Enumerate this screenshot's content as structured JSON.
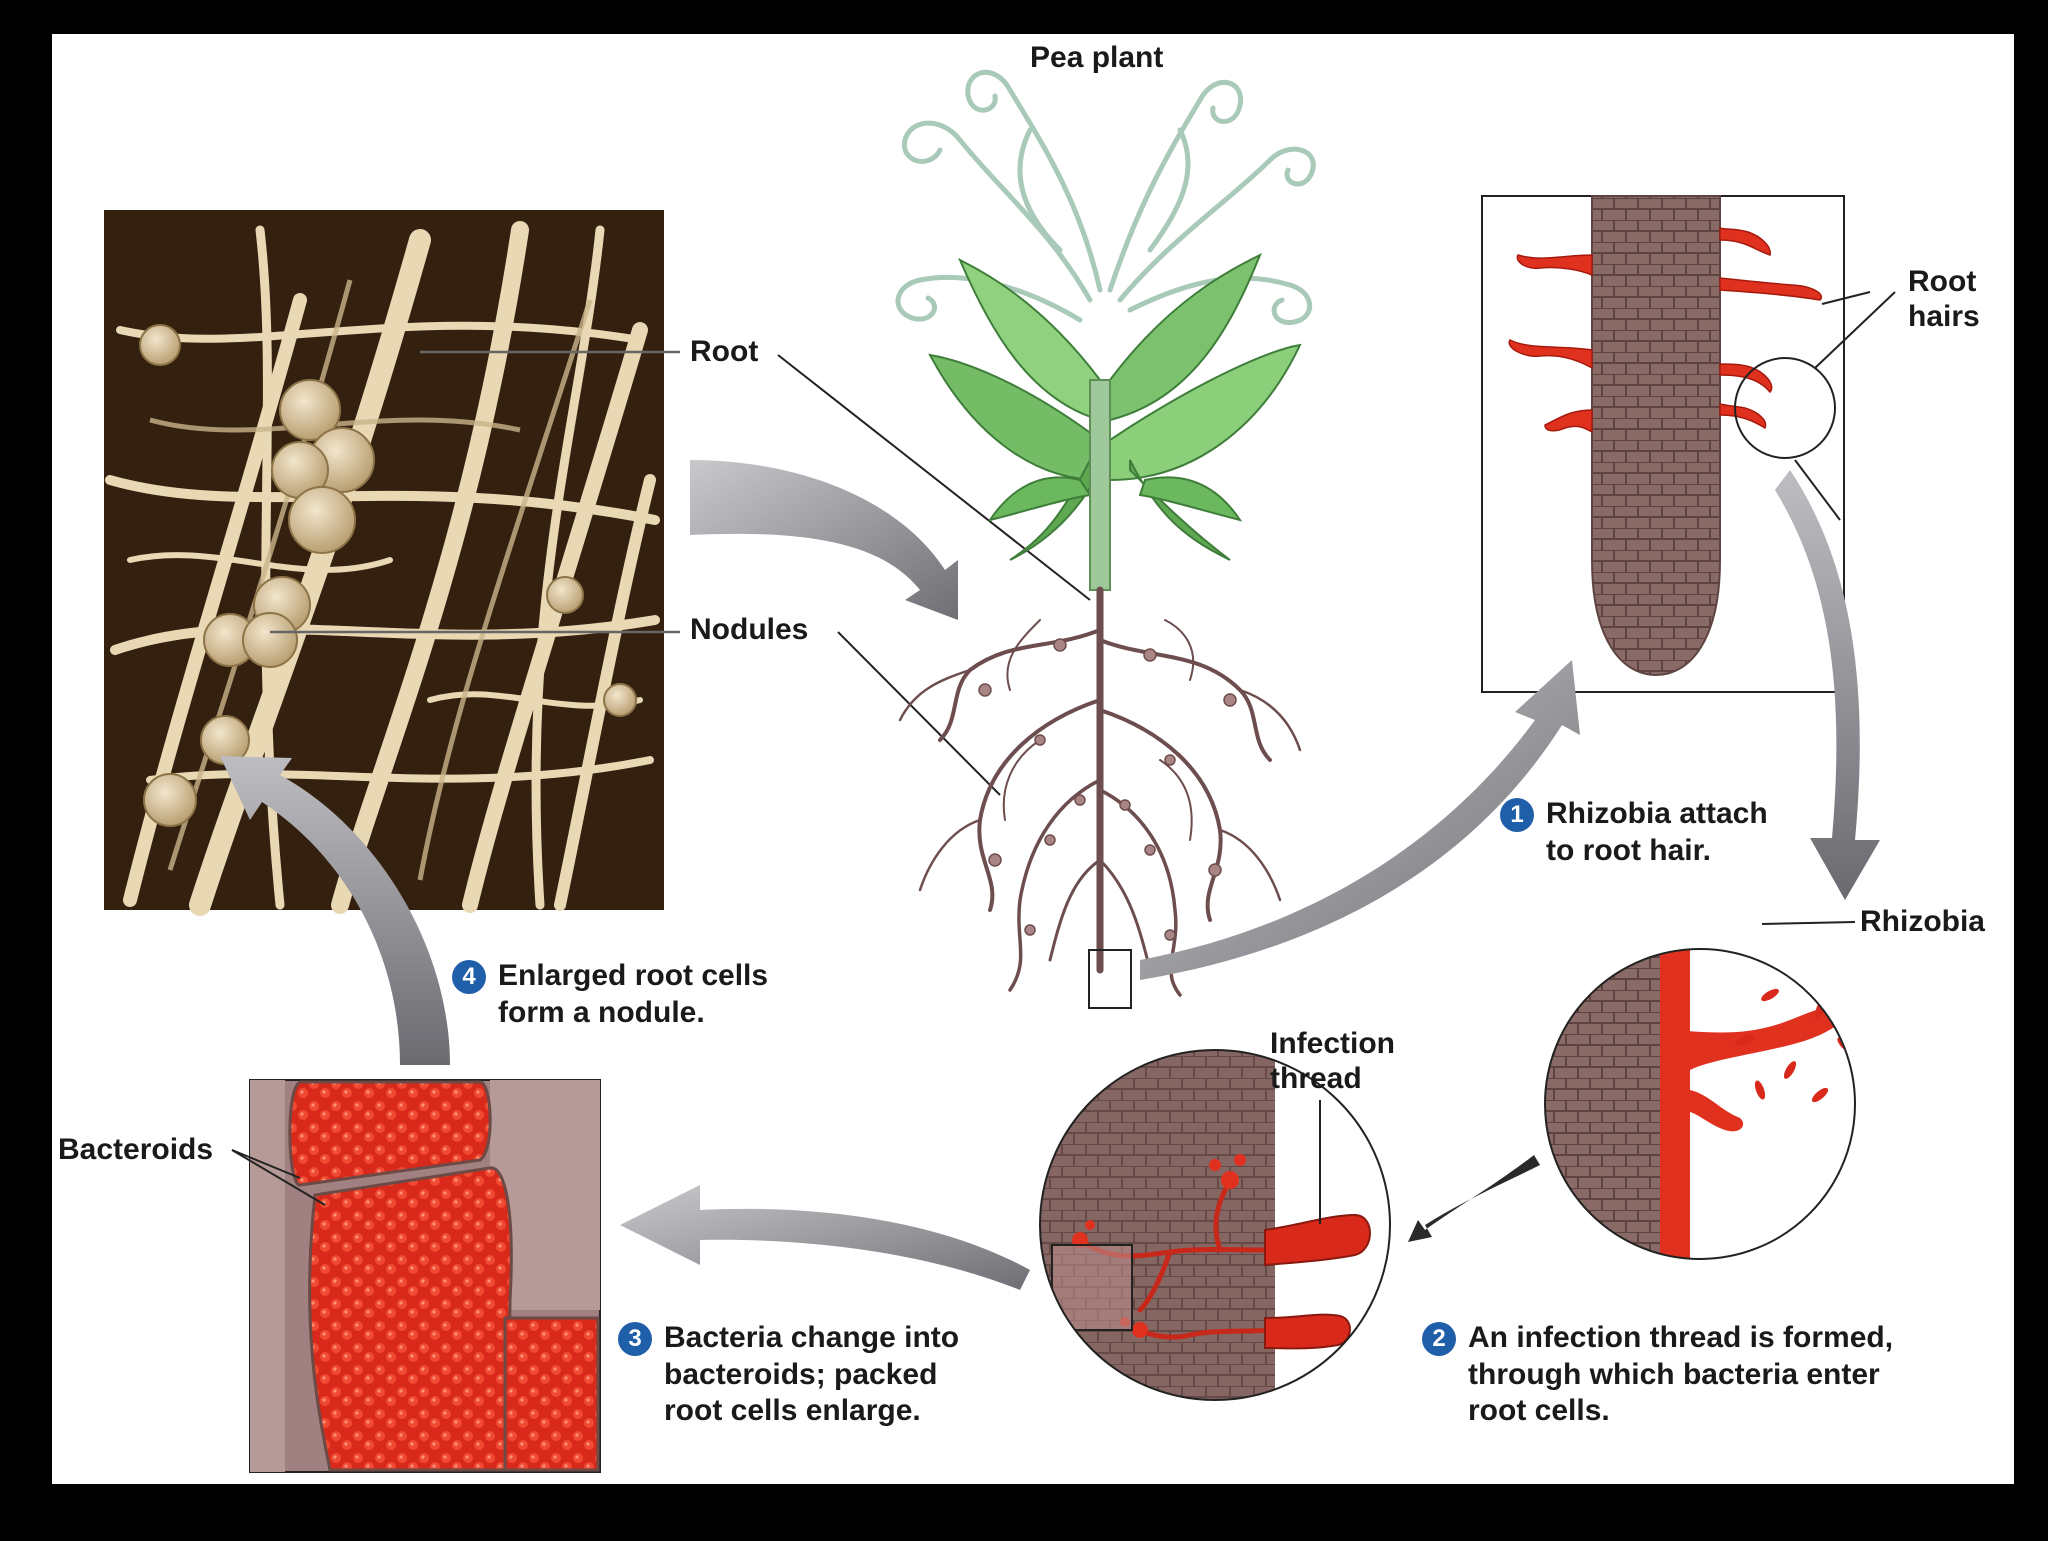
{
  "labels": {
    "pea_plant": "Pea plant",
    "root": "Root",
    "nodules": "Nodules",
    "root_hairs": [
      "Root",
      "hairs"
    ],
    "rhizobia": "Rhizobia",
    "infection_thread": [
      "Infection",
      "thread"
    ],
    "bacteroids": "Bacteroids"
  },
  "steps": [
    {
      "num": "1",
      "lines": [
        "Rhizobia attach",
        "to root hair."
      ]
    },
    {
      "num": "2",
      "lines": [
        "An infection thread is formed,",
        "through which bacteria enter",
        "root cells."
      ]
    },
    {
      "num": "3",
      "lines": [
        "Bacteria change into",
        "bacteroids; packed",
        "root cells enlarge."
      ]
    },
    {
      "num": "4",
      "lines": [
        "Enlarged root cells",
        "form a nodule."
      ]
    }
  ],
  "colors": {
    "background": "#000000",
    "panel": "#ffffff",
    "step_badge": "#1f5ea8",
    "bacteria_red": "#e0301e",
    "root_brown": "#8a6a66",
    "leaf_green": "#7cc26e",
    "arrow_gray": "#8f8f94"
  }
}
